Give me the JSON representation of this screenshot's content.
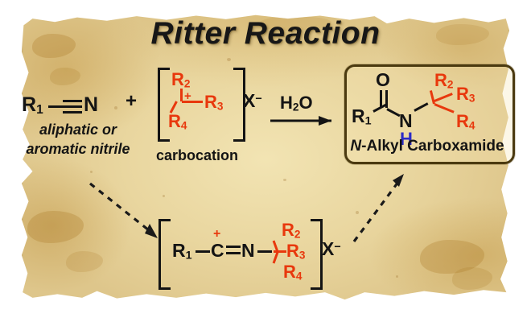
{
  "title": "Ritter Reaction",
  "background": {
    "paper_color": "#e7d39c",
    "paper_edge_color": "#4b3a10",
    "ink_color": "#141414",
    "accent_red": "#e8380d",
    "accent_blue": "#2b2bc7"
  },
  "reactants": {
    "nitrile": {
      "r1": "R",
      "r1_sub": "1",
      "atom_n": "N",
      "caption_line1": "aliphatic or",
      "caption_line2": "aromatic nitrile"
    },
    "plus_sign": "+",
    "carbocation": {
      "r2": "R",
      "r2_sub": "2",
      "r3": "R",
      "r3_sub": "3",
      "r4": "R",
      "r4_sub": "4",
      "charge": "+",
      "counterion": "X",
      "counterion_charge": "−",
      "caption": "carbocation"
    }
  },
  "arrow": {
    "reagent": "H",
    "reagent_sub": "2",
    "reagent_tail": "O"
  },
  "product": {
    "r1": "R",
    "r1_sub": "1",
    "atom_o": "O",
    "atom_n": "N",
    "atom_h": "H",
    "r2": "R",
    "r2_sub": "2",
    "r3": "R",
    "r3_sub": "3",
    "r4": "R",
    "r4_sub": "4",
    "label_italic": "N",
    "label_rest": "-Alkyl Carboxamide"
  },
  "intermediate": {
    "r1": "R",
    "r1_sub": "1",
    "atom_c": "C",
    "atom_n": "N",
    "charge": "+",
    "r2": "R",
    "r2_sub": "2",
    "r3": "R",
    "r3_sub": "3",
    "r4": "R",
    "r4_sub": "4",
    "counterion": "X",
    "counterion_charge": "−"
  }
}
